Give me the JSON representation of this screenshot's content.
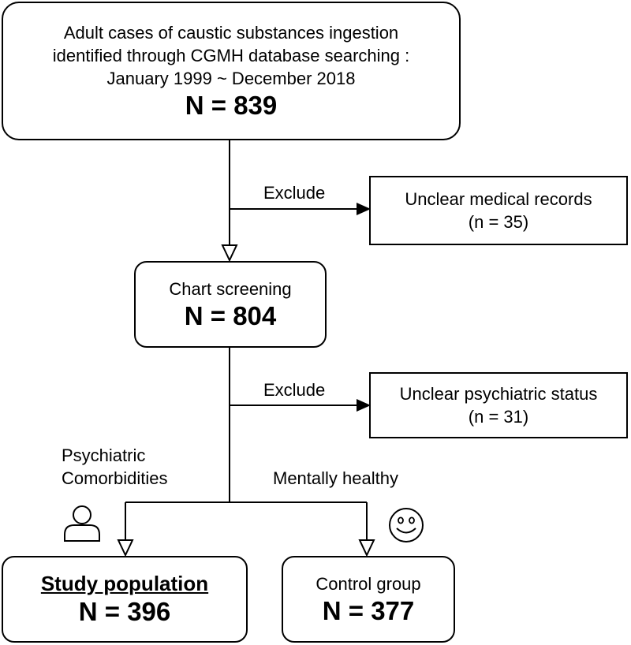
{
  "box_total": {
    "line1": "Adult cases of caustic substances ingestion",
    "line2": "identified through CGMH database searching :",
    "line3": "January 1999 ~ December 2018",
    "count": "N = 839"
  },
  "exclude1": {
    "label": "Exclude",
    "reason": "Unclear medical records",
    "count": "(n = 35)"
  },
  "box_screening": {
    "title": "Chart screening",
    "count": "N = 804"
  },
  "exclude2": {
    "label": "Exclude",
    "reason": "Unclear psychiatric status",
    "count": "(n = 31)"
  },
  "branch_left": {
    "line1": "Psychiatric",
    "line2": "Comorbidities",
    "icon": "person-icon"
  },
  "branch_right": {
    "label": "Mentally healthy",
    "icon": "smiley-face-icon"
  },
  "box_study": {
    "title": "Study population",
    "count": "N = 396"
  },
  "box_control": {
    "title": "Control group",
    "count": "N = 377"
  }
}
